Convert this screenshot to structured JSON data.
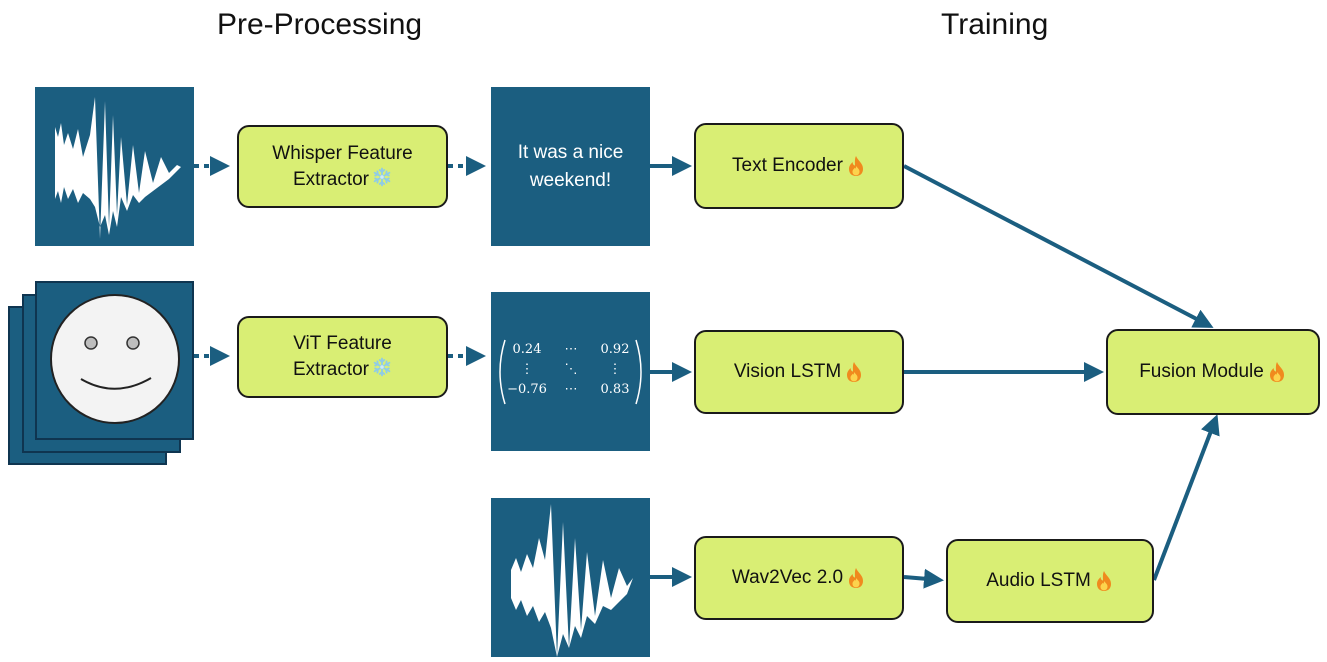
{
  "headings": {
    "preprocessing": "Pre-Processing",
    "training": "Training"
  },
  "extractors": {
    "whisper": {
      "line1": "Whisper Feature",
      "line2": "Extractor",
      "icon": "snowflake-icon"
    },
    "vit": {
      "line1": "ViT Feature",
      "line2": "Extractor",
      "icon": "snowflake-icon"
    }
  },
  "transcript": {
    "line1": "It was a nice",
    "line2": "weekend!"
  },
  "matrix": {
    "r1c1": "0.24",
    "r1c2": "⋯",
    "r1c3": "0.92",
    "r2c1": "⋮",
    "r2c2": "⋱",
    "r2c3": "⋮",
    "r3c1": "−0.76",
    "r3c2": "⋯",
    "r3c3": "0.83"
  },
  "models": {
    "text_encoder": {
      "label": "Text Encoder",
      "icon": "flame-icon"
    },
    "vision_lstm": {
      "label": "Vision LSTM",
      "icon": "flame-icon"
    },
    "wav2vec": {
      "label": "Wav2Vec 2.0",
      "icon": "flame-icon"
    },
    "audio_lstm": {
      "label": "Audio LSTM",
      "icon": "flame-icon"
    },
    "fusion": {
      "label": "Fusion Module",
      "icon": "flame-icon"
    }
  },
  "colors": {
    "panel": "#1b5e80",
    "node": "#d9ee74",
    "arrow": "#1b5e80",
    "flame": "#f08a1e",
    "snowflake": "#9fd3ee"
  }
}
